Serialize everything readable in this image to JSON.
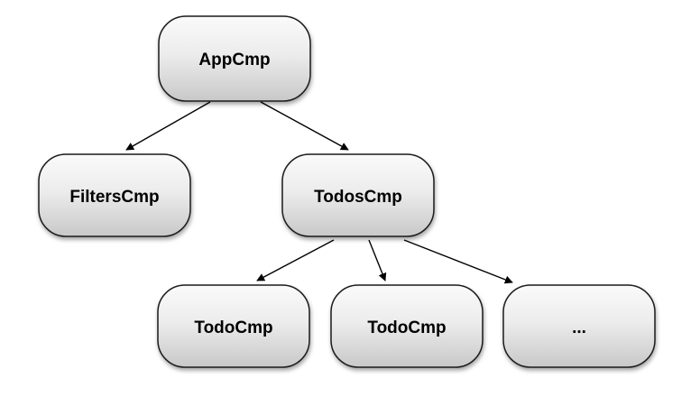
{
  "diagram": {
    "nodes": [
      {
        "id": "app",
        "label": "AppCmp"
      },
      {
        "id": "filters",
        "label": "FiltersCmp"
      },
      {
        "id": "todos",
        "label": "TodosCmp"
      },
      {
        "id": "todo1",
        "label": "TodoCmp"
      },
      {
        "id": "todo2",
        "label": "TodoCmp"
      },
      {
        "id": "more",
        "label": "..."
      }
    ],
    "edges": [
      {
        "from": "app",
        "to": "filters"
      },
      {
        "from": "app",
        "to": "todos"
      },
      {
        "from": "todos",
        "to": "todo1"
      },
      {
        "from": "todos",
        "to": "todo2"
      },
      {
        "from": "todos",
        "to": "more"
      }
    ],
    "colors": {
      "node_fill_top": "#fafafa",
      "node_fill_bottom": "#c8c8c8",
      "node_stroke": "#1a1a1a",
      "edge": "#000000"
    }
  }
}
